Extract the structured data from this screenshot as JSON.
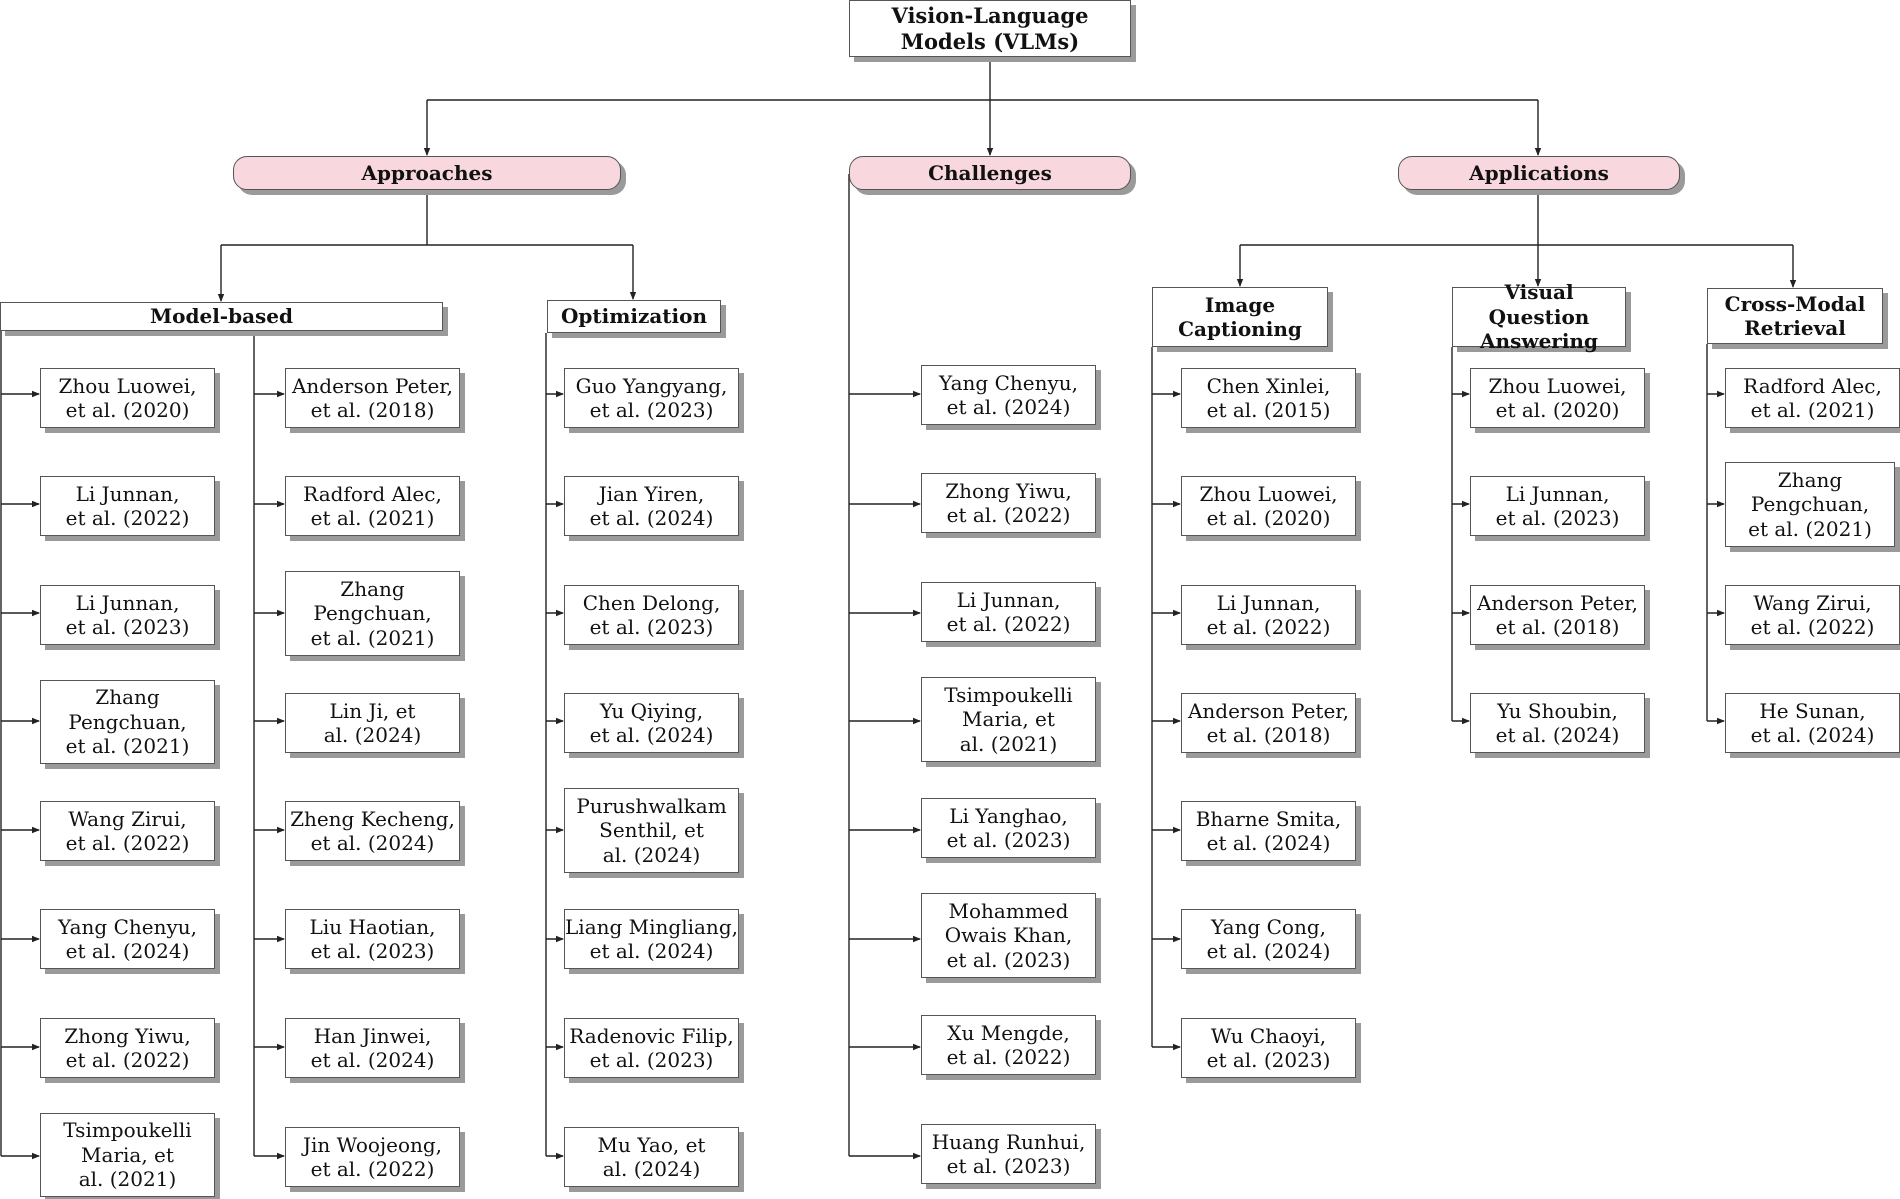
{
  "root": {
    "label": "Vision-Language\nModels (VLMs)"
  },
  "categories": {
    "approaches": {
      "label": "Approaches"
    },
    "challenges": {
      "label": "Challenges"
    },
    "applications": {
      "label": "Applications"
    }
  },
  "subcategories": {
    "model_based": {
      "label": "Model-based"
    },
    "optimization": {
      "label": "Optimization"
    },
    "image_captioning": {
      "label": "Image\nCaptioning"
    },
    "vqa": {
      "label": "Visual Question\nAnswering"
    },
    "cross_modal": {
      "label": "Cross-Modal\nRetrieval"
    }
  },
  "leaves": {
    "model_based_left": [
      "Zhou Luowei,\net al. (2020)",
      "Li Junnan,\net al. (2022)",
      "Li Junnan,\net al. (2023)",
      "Zhang\nPengchuan,\net al. (2021)",
      "Wang Zirui,\net al. (2022)",
      "Yang Chenyu,\net al. (2024)",
      "Zhong Yiwu,\net al. (2022)",
      "Tsimpoukelli\nMaria, et\nal. (2021)"
    ],
    "model_based_right": [
      "Anderson Peter,\net al. (2018)",
      "Radford Alec,\net al. (2021)",
      "Zhang\nPengchuan,\net al. (2021)",
      "Lin Ji, et\nal. (2024)",
      "Zheng Kecheng,\net al. (2024)",
      "Liu Haotian,\net al. (2023)",
      "Han Jinwei,\net al. (2024)",
      "Jin Woojeong,\net al. (2022)"
    ],
    "optimization": [
      "Guo Yangyang,\net al. (2023)",
      "Jian Yiren,\net al. (2024)",
      "Chen Delong,\net al. (2023)",
      "Yu Qiying,\net al. (2024)",
      "Purushwalkam\nSenthil, et\nal. (2024)",
      "Liang Mingliang,\net al. (2024)",
      "Radenovic Filip,\net al. (2023)",
      "Mu Yao, et\nal. (2024)"
    ],
    "challenges": [
      "Yang Chenyu,\net al. (2024)",
      "Zhong Yiwu,\net al. (2022)",
      "Li Junnan,\net al. (2022)",
      "Tsimpoukelli\nMaria, et\nal. (2021)",
      "Li Yanghao,\net al. (2023)",
      "Mohammed\nOwais Khan,\net al. (2023)",
      "Xu Mengde,\net al. (2022)",
      "Huang Runhui,\net al. (2023)"
    ],
    "image_captioning": [
      "Chen Xinlei,\net al. (2015)",
      "Zhou Luowei,\net al. (2020)",
      "Li Junnan,\net al. (2022)",
      "Anderson Peter,\net al. (2018)",
      "Bharne Smita,\net al. (2024)",
      "Yang Cong,\net al. (2024)",
      "Wu Chaoyi,\net al. (2023)"
    ],
    "vqa": [
      "Zhou Luowei,\net al. (2020)",
      "Li Junnan,\net al. (2023)",
      "Anderson Peter,\net al. (2018)",
      "Yu Shoubin,\net al. (2024)"
    ],
    "cross_modal": [
      "Radford Alec,\net al. (2021)",
      "Zhang\nPengchuan,\net al. (2021)",
      "Wang Zirui,\net al. (2022)",
      "He Sunan,\net al. (2024)"
    ]
  }
}
